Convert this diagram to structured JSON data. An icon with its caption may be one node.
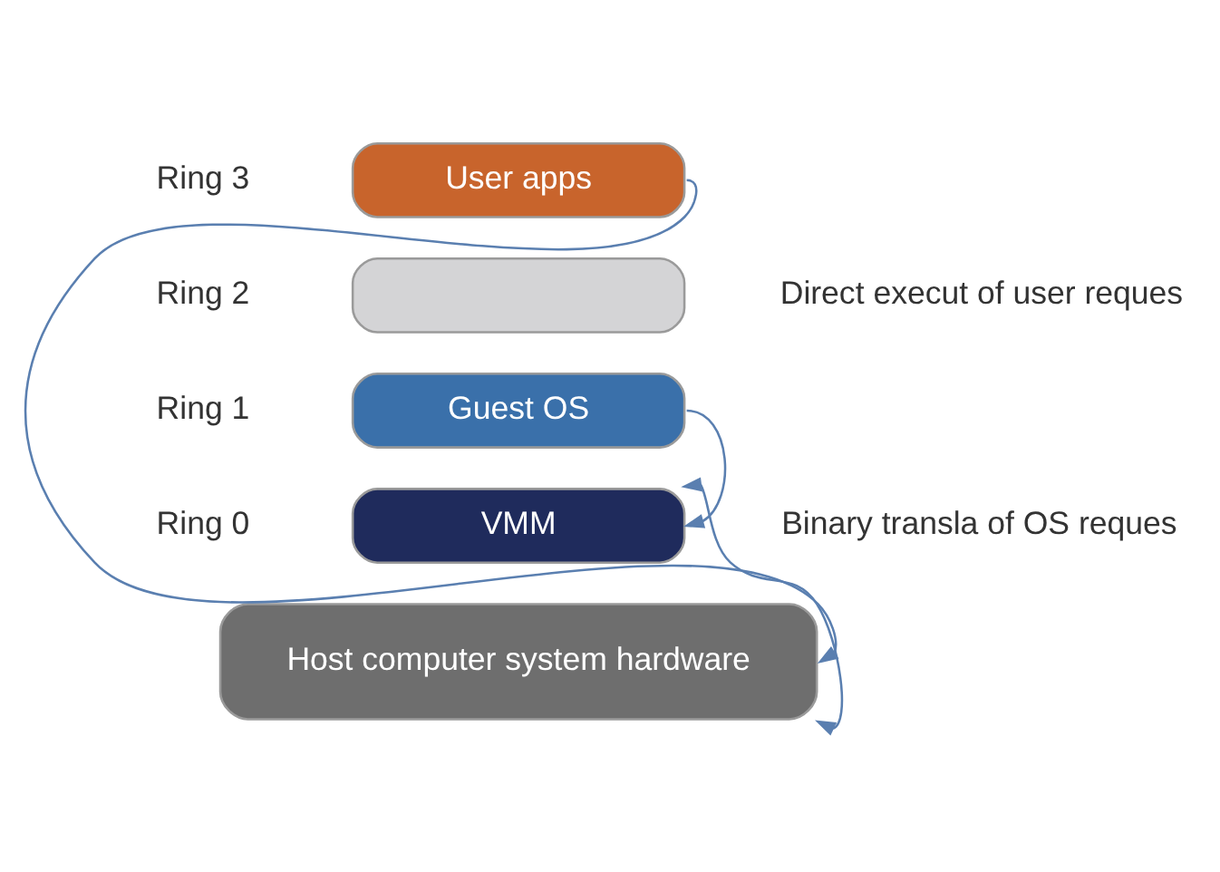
{
  "diagram": {
    "nodes": [
      {
        "text": [
          "User apps"
        ]
      },
      {
        "text": [],
        "shape": "box"
      },
      {
        "text": [
          "Guest OS"
        ]
      },
      {
        "text": [
          "VMM"
        ]
      },
      {
        "text": [
          "Host computer system hardware"
        ]
      }
    ],
    "edges": [
      {
        "from": 0,
        "to": 4,
        "arrow": "to"
      },
      {
        "from": 2,
        "to": 3,
        "arrow": "to"
      },
      {
        "from": 4,
        "to": 3,
        "arrow": "both"
      }
    ],
    "labels": [
      "Ring 3",
      "Ring 2",
      "Ring 1",
      "Ring 0",
      "Direct execut of user reques",
      "Binary transla of OS reques"
    ]
  }
}
